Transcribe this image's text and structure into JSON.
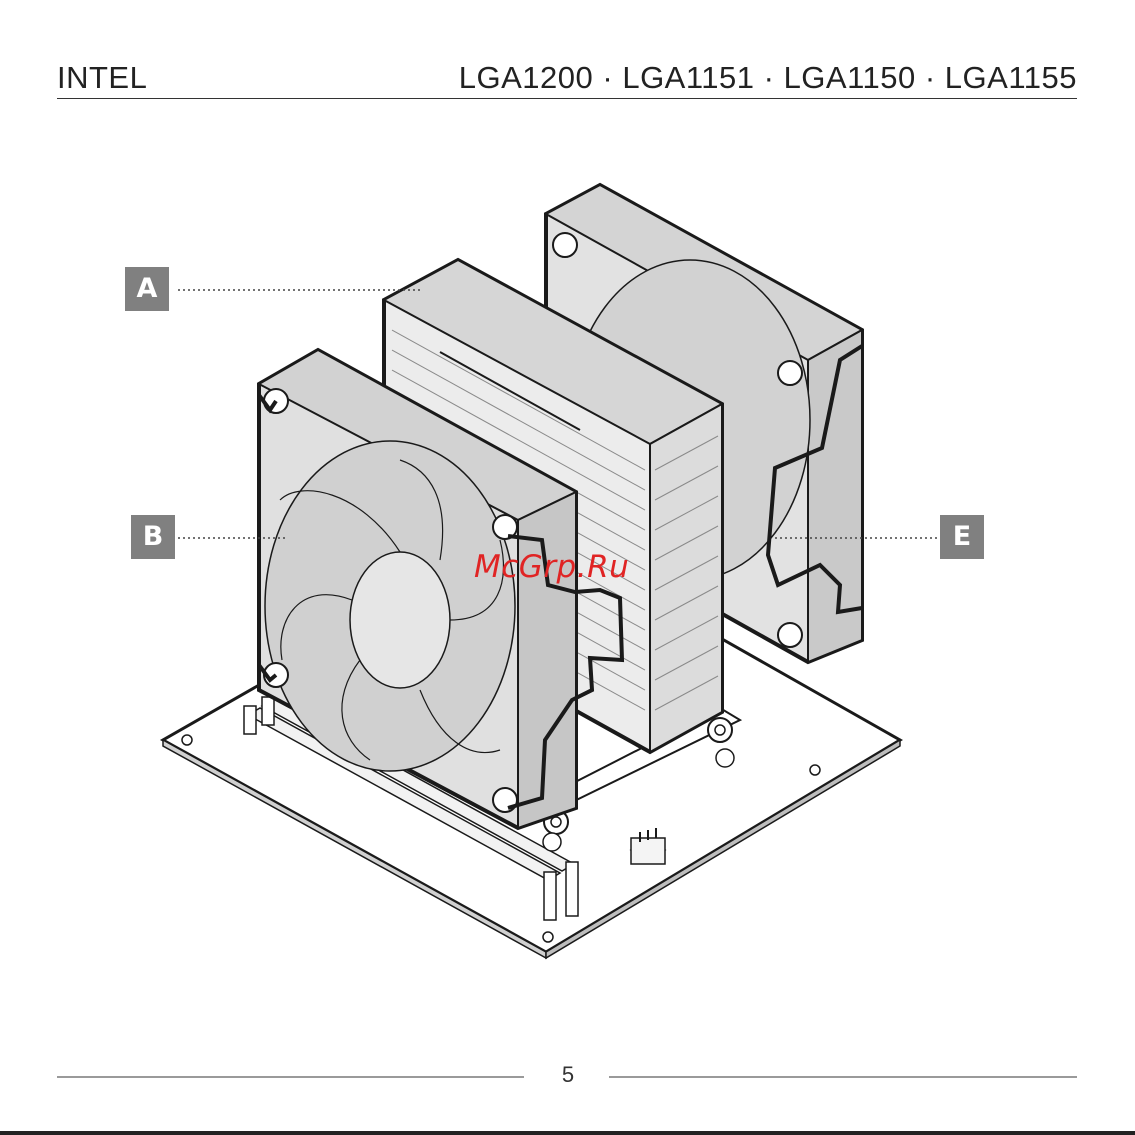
{
  "header": {
    "brand": "INTEL",
    "sockets": "LGA1200 · LGA1151 · LGA1150 · LGA1155"
  },
  "callouts": {
    "a": "A",
    "b": "B",
    "e": "E"
  },
  "watermark": "McGrp.Ru",
  "footer": {
    "page_number": "5"
  },
  "colors": {
    "callout_bg": "#808080",
    "watermark": "#e02424",
    "line_art": "#1a1a1a",
    "fan_fill": "#d9d9d9",
    "heatsink_fill": "#e6e6e6",
    "board_fill": "#ffffff"
  }
}
